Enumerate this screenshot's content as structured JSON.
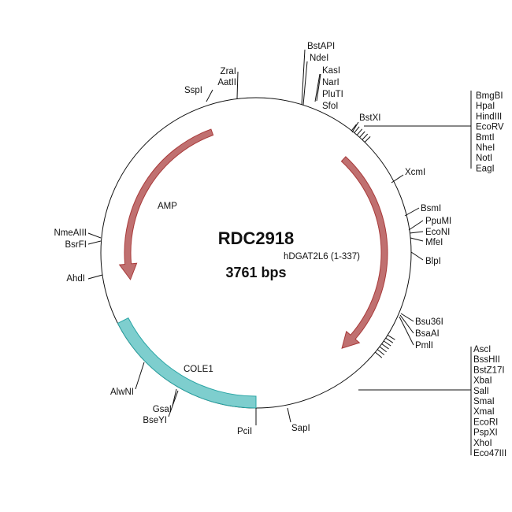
{
  "plasmid": {
    "name": "RDC2918",
    "size_label": "3761 bps"
  },
  "features": {
    "amp": {
      "label": "AMP",
      "color": "#c07070",
      "stroke": "#a83a3a"
    },
    "insert": {
      "label": "hDGAT2L6 (1-337)",
      "color": "#c07070",
      "stroke": "#a83a3a"
    },
    "cole1": {
      "label": "COLE1",
      "color": "#7ecece",
      "stroke": "#2aa5a5"
    }
  },
  "sites": {
    "top1": [
      "BstAPI",
      "NdeI"
    ],
    "top2": [
      "KasI",
      "NarI",
      "PluTI",
      "SfoI"
    ],
    "zra": [
      "ZraI",
      "AatII"
    ],
    "sspi": "SspI",
    "bstxi": "BstXI",
    "mcs1": [
      "BmgBI",
      "HpaI",
      "HindIII",
      "EcoRV",
      "BmtI",
      "NheI",
      "NotI",
      "EagI"
    ],
    "xcmi": "XcmI",
    "right": [
      "BsmI",
      "PpuMI",
      "EcoNI",
      "MfeI",
      "BlpI"
    ],
    "bsu": [
      "Bsu36I",
      "BsaAI",
      "PmlI"
    ],
    "mcs2": [
      "AscI",
      "BssHII",
      "BstZ17I",
      "XbaI",
      "SalI",
      "SmaI",
      "XmaI",
      "EcoRI",
      "PspXI",
      "XhoI",
      "Eco47III"
    ],
    "sapi": "SapI",
    "pcii": "PciI",
    "gsa": [
      "GsaI",
      "BseYI"
    ],
    "alwni": "AlwNI",
    "ahdi": "AhdI",
    "left": [
      "NmeAIII",
      "BsrFI"
    ]
  }
}
